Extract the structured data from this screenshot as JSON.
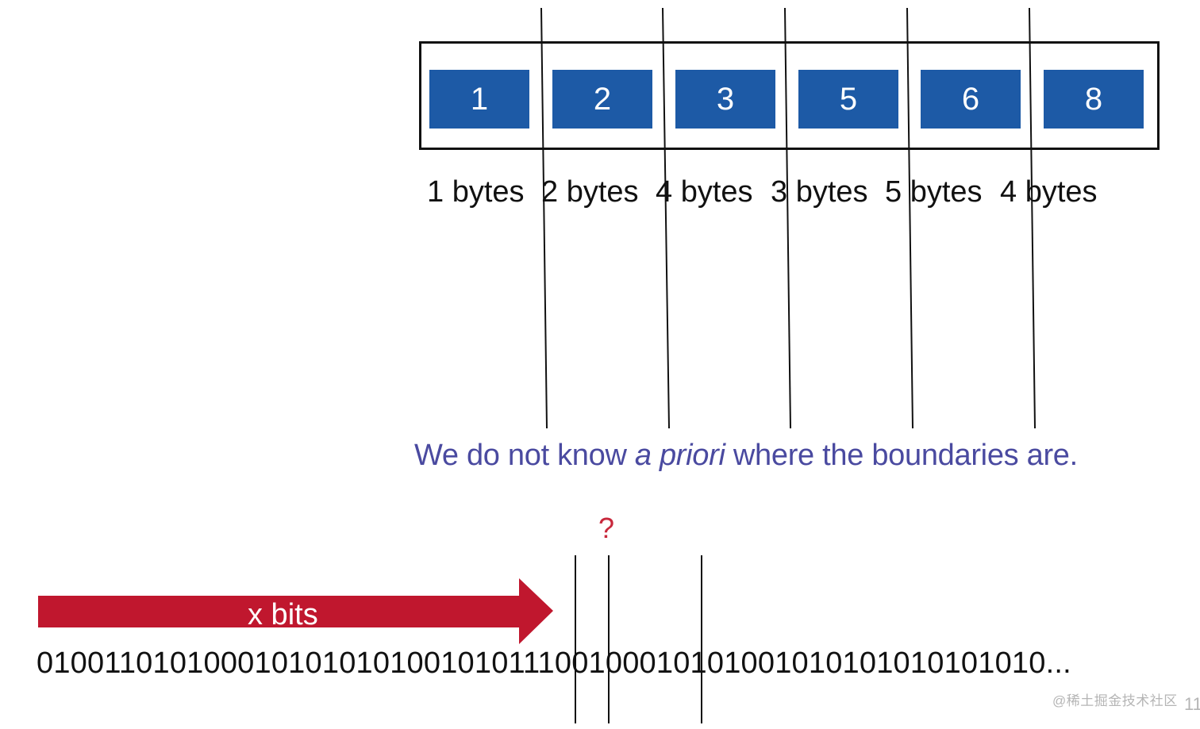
{
  "values": [
    "1",
    "2",
    "3",
    "5",
    "6",
    "8"
  ],
  "byte_sizes": [
    "1 bytes",
    "2 bytes",
    "4 bytes",
    "3 bytes",
    "5 bytes",
    "4 bytes"
  ],
  "caption": {
    "part1": "We do not know ",
    "emphasis": "a priori",
    "part2": " where the boundaries are."
  },
  "question_mark": "?",
  "arrow_label": "x bits",
  "bitstream": "010011010100010101010100101011100100010101001010101010101010...",
  "watermark": "@稀土掘金技术社区",
  "page_number": "11",
  "colors": {
    "box_fill": "#1d5aa6",
    "caption": "#4a4aa0",
    "arrow": "#c0172e",
    "question": "#c8283c",
    "watermark": "#b5b5b5",
    "lines": "#111111"
  }
}
